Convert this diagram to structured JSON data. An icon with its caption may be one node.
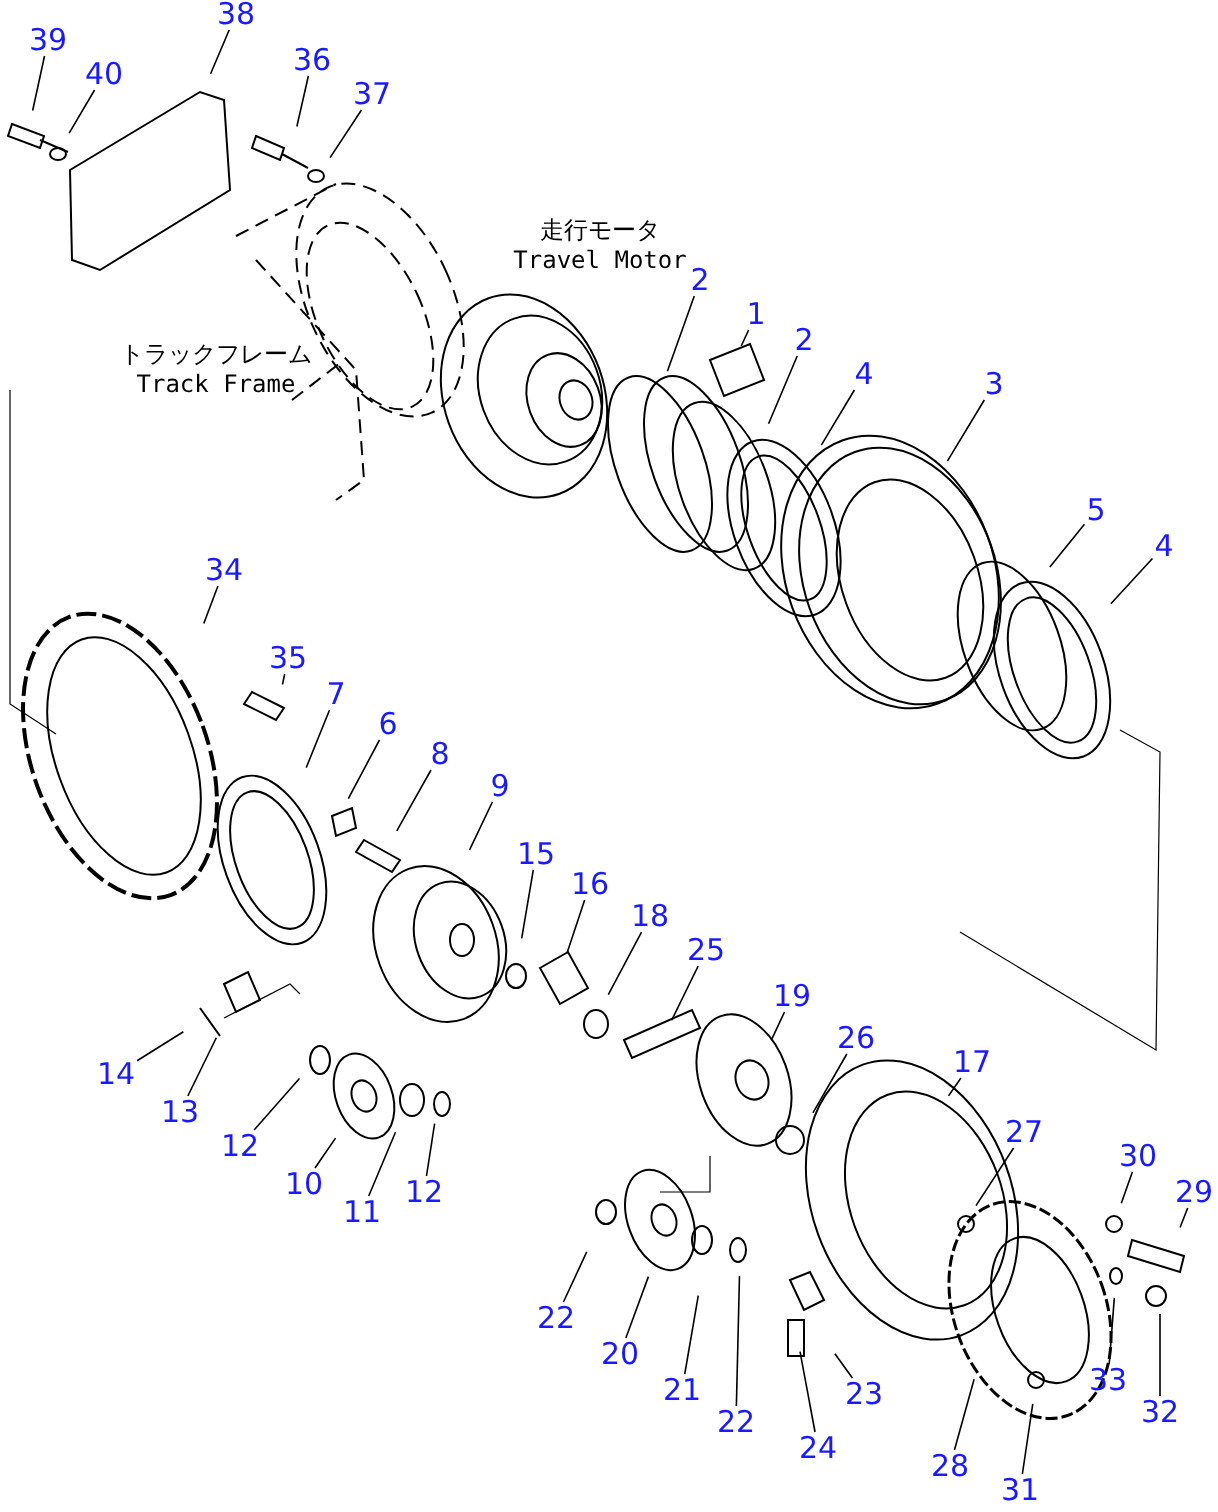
{
  "diagram": {
    "nodes": [
      {
        "text": [
          "39"
        ]
      },
      {
        "text": [
          "40"
        ]
      },
      {
        "text": [
          "38"
        ]
      },
      {
        "text": [
          "36"
        ]
      },
      {
        "text": [
          "37"
        ]
      },
      {
        "text": [
          "2"
        ]
      },
      {
        "text": [
          "1"
        ]
      },
      {
        "text": [
          "2"
        ]
      },
      {
        "text": [
          "4"
        ]
      },
      {
        "text": [
          "3"
        ]
      },
      {
        "text": [
          "5"
        ]
      },
      {
        "text": [
          "4"
        ]
      },
      {
        "text": [
          "34"
        ]
      },
      {
        "text": [
          "35"
        ]
      },
      {
        "text": [
          "7"
        ]
      },
      {
        "text": [
          "6"
        ]
      },
      {
        "text": [
          "8"
        ]
      },
      {
        "text": [
          "9"
        ]
      },
      {
        "text": [
          "15"
        ]
      },
      {
        "text": [
          "16"
        ]
      },
      {
        "text": [
          "18"
        ]
      },
      {
        "text": [
          "25"
        ]
      },
      {
        "text": [
          "19"
        ]
      },
      {
        "text": [
          "26"
        ]
      },
      {
        "text": [
          "17"
        ]
      },
      {
        "text": [
          "27"
        ]
      },
      {
        "text": [
          "30"
        ]
      },
      {
        "text": [
          "29"
        ]
      },
      {
        "text": [
          "14"
        ]
      },
      {
        "text": [
          "13"
        ]
      },
      {
        "text": [
          "12"
        ]
      },
      {
        "text": [
          "10"
        ]
      },
      {
        "text": [
          "11"
        ]
      },
      {
        "text": [
          "12"
        ]
      },
      {
        "text": [
          "22"
        ]
      },
      {
        "text": [
          "20"
        ]
      },
      {
        "text": [
          "21"
        ]
      },
      {
        "text": [
          "22"
        ]
      },
      {
        "text": [
          "23"
        ]
      },
      {
        "text": [
          "24"
        ]
      },
      {
        "text": [
          "28"
        ]
      },
      {
        "text": [
          "33"
        ]
      },
      {
        "text": [
          "32"
        ]
      },
      {
        "text": [
          "31"
        ]
      }
    ],
    "edges": [
      {
        "from": 0,
        "to": null,
        "arrow": "none"
      },
      {
        "from": 1,
        "to": null,
        "arrow": "none"
      },
      {
        "from": 2,
        "to": null,
        "arrow": "none"
      },
      {
        "from": 3,
        "to": null,
        "arrow": "none"
      },
      {
        "from": 4,
        "to": null,
        "arrow": "none"
      },
      {
        "from": 5,
        "to": null,
        "arrow": "none"
      },
      {
        "from": 6,
        "to": null,
        "arrow": "none"
      },
      {
        "from": 7,
        "to": null,
        "arrow": "none"
      },
      {
        "from": 8,
        "to": null,
        "arrow": "none"
      },
      {
        "from": 9,
        "to": null,
        "arrow": "none"
      },
      {
        "from": 10,
        "to": null,
        "arrow": "none"
      },
      {
        "from": 11,
        "to": null,
        "arrow": "none"
      },
      {
        "from": 12,
        "to": null,
        "arrow": "none"
      },
      {
        "from": 13,
        "to": null,
        "arrow": "none"
      },
      {
        "from": 14,
        "to": null,
        "arrow": "none"
      },
      {
        "from": 15,
        "to": null,
        "arrow": "none"
      },
      {
        "from": 16,
        "to": null,
        "arrow": "none"
      },
      {
        "from": 17,
        "to": null,
        "arrow": "none"
      },
      {
        "from": 18,
        "to": null,
        "arrow": "none"
      },
      {
        "from": 19,
        "to": null,
        "arrow": "none"
      },
      {
        "from": 20,
        "to": null,
        "arrow": "none"
      },
      {
        "from": 21,
        "to": null,
        "arrow": "none"
      },
      {
        "from": 22,
        "to": null,
        "arrow": "none"
      },
      {
        "from": 23,
        "to": null,
        "arrow": "none"
      },
      {
        "from": 24,
        "to": null,
        "arrow": "none"
      },
      {
        "from": 25,
        "to": null,
        "arrow": "none"
      },
      {
        "from": 26,
        "to": null,
        "arrow": "none"
      },
      {
        "from": 27,
        "to": null,
        "arrow": "none"
      },
      {
        "from": 28,
        "to": null,
        "arrow": "none"
      },
      {
        "from": 29,
        "to": null,
        "arrow": "none"
      },
      {
        "from": 30,
        "to": null,
        "arrow": "none"
      },
      {
        "from": 31,
        "to": null,
        "arrow": "none"
      },
      {
        "from": 32,
        "to": null,
        "arrow": "none"
      },
      {
        "from": 33,
        "to": null,
        "arrow": "none"
      },
      {
        "from": 34,
        "to": null,
        "arrow": "none"
      },
      {
        "from": 35,
        "to": null,
        "arrow": "none"
      },
      {
        "from": 36,
        "to": null,
        "arrow": "none"
      },
      {
        "from": 37,
        "to": null,
        "arrow": "none"
      },
      {
        "from": 38,
        "to": null,
        "arrow": "none"
      },
      {
        "from": 39,
        "to": null,
        "arrow": "none"
      },
      {
        "from": 40,
        "to": null,
        "arrow": "none"
      },
      {
        "from": 41,
        "to": null,
        "arrow": "none"
      },
      {
        "from": 42,
        "to": null,
        "arrow": "none"
      },
      {
        "from": 43,
        "to": null,
        "arrow": "none"
      }
    ],
    "labels": [
      "走行モータ",
      "Travel Motor",
      "トラックフレーム",
      "Track Frame"
    ]
  }
}
